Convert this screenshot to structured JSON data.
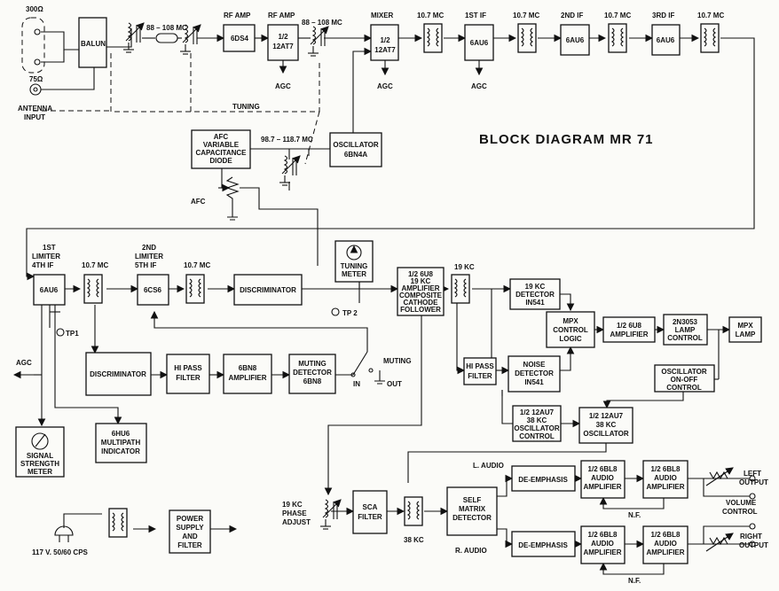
{
  "title": "BLOCK DIAGRAM MR 71",
  "inputs": {
    "ohm300": "300Ω",
    "ohm75": "75Ω",
    "antenna_line1": "ANTENNA",
    "antenna_line2": "INPUT",
    "power": "117 V. 50/60 CPS"
  },
  "freqs": {
    "fm_band": "88 – 108 MC",
    "fm_band2": "88 – 108 MC",
    "osc_range": "98.7 – 118.7 MC",
    "if_freq": "10.7 MC",
    "pilot": "19 KC",
    "subcarrier": "38 KC"
  },
  "labels": {
    "tuning": "TUNING",
    "afc": "AFC",
    "agc": "AGC",
    "tp1": "TP1",
    "tp2": "TP 2",
    "muting": "MUTING",
    "in": "IN",
    "out": "OUT",
    "l_audio": "L. AUDIO",
    "r_audio": "R. AUDIO",
    "nf": "N.F.",
    "volume_line1": "VOLUME",
    "volume_line2": "CONTROL",
    "left_out_line1": "LEFT",
    "left_out_line2": "OUTPUT",
    "right_out_line1": "RIGHT",
    "right_out_line2": "OUTPUT"
  },
  "stage_labels": {
    "rf_amp1": "RF AMP",
    "rf_amp2": "RF AMP",
    "mixer": "MIXER",
    "if1": "1ST  IF",
    "if2": "2ND IF",
    "if3": "3RD IF",
    "limiter1_line1": "1ST",
    "limiter1_line2": "LIMITER",
    "limiter1_line3": "4TH IF",
    "limiter2_line1": "2ND",
    "limiter2_line2": "LIMITER",
    "limiter2_line3": "5TH IF"
  },
  "blocks": {
    "balun": "BALUN",
    "rf_tube1": "6DS4",
    "rf_tube2": [
      "1/2",
      "12AT7"
    ],
    "mixer_tube": [
      "1/2",
      "12AT7"
    ],
    "if1_tube": "6AU6",
    "if2_tube": "6AU6",
    "if3_tube": "6AU6",
    "afc_diode": [
      "AFC",
      "VARIABLE",
      "CAPACITANCE",
      "DIODE"
    ],
    "oscillator": [
      "OSCILLATOR",
      "6BN4A"
    ],
    "limiter1_tube": "6AU6",
    "limiter2_tube": "6CS6",
    "discriminator": "DISCRIMINATOR",
    "tuning_meter": [
      "TUNING",
      "METER"
    ],
    "amp19": [
      "1/2 6U8",
      "19 KC",
      "AMPLIFIER",
      "COMPOSITE",
      "CATHODE",
      "FOLLOWER"
    ],
    "det19": [
      "19 KC",
      "DETECTOR",
      "IN541"
    ],
    "mpx_logic": [
      "MPX",
      "CONTROL",
      "LOGIC"
    ],
    "mpx_amp": [
      "1/2  6U8",
      "AMPLIFIER"
    ],
    "lamp_ctrl": [
      "2N3053",
      "LAMP",
      "CONTROL"
    ],
    "mpx_lamp": [
      "MPX",
      "LAMP"
    ],
    "osc_onoff": [
      "OSCILLATOR",
      "ON-OFF",
      "CONTROL"
    ],
    "hipass2": [
      "HI PASS",
      "FILTER"
    ],
    "noise_det": [
      "NOISE",
      "DETECTOR",
      "IN541"
    ],
    "osc_ctrl": [
      "1/2 12AU7",
      "38 KC",
      "OSCILLATOR",
      "CONTROL"
    ],
    "osc38": [
      "1/2 12AU7",
      "38 KC",
      "OSCILLATOR"
    ],
    "disc2": "DISCRIMINATOR",
    "hipass1": [
      "HI PASS",
      "FILTER"
    ],
    "amp6bn8": [
      "6BN8",
      "AMPLIFIER"
    ],
    "muting_det": [
      "MUTING",
      "DETECTOR",
      "6BN8"
    ],
    "ss_meter": [
      "SIGNAL",
      "STRENGTH",
      "METER"
    ],
    "multipath": [
      "6HU6",
      "MULTIPATH",
      "INDICATOR"
    ],
    "power_supply": [
      "POWER",
      "SUPPLY",
      "AND",
      "FILTER"
    ],
    "phase_adj": [
      "19 KC",
      "PHASE",
      "ADJUST"
    ],
    "sca": [
      "SCA",
      "FILTER"
    ],
    "self_matrix": [
      "SELF",
      "MATRIX",
      "DETECTOR"
    ],
    "deemph_l": "DE-EMPHASIS",
    "deemph_r": "DE-EMPHASIS",
    "audio_l1": [
      "1/2 6BL8",
      "AUDIO",
      "AMPLIFIER"
    ],
    "audio_l2": [
      "1/2 6BL8",
      "AUDIO",
      "AMPLIFIER"
    ],
    "audio_r1": [
      "1/2 6BL8",
      "AUDIO",
      "AMPLIFIER"
    ],
    "audio_r2": [
      "1/2 6BL8",
      "AUDIO",
      "AMPLIFIER"
    ]
  }
}
